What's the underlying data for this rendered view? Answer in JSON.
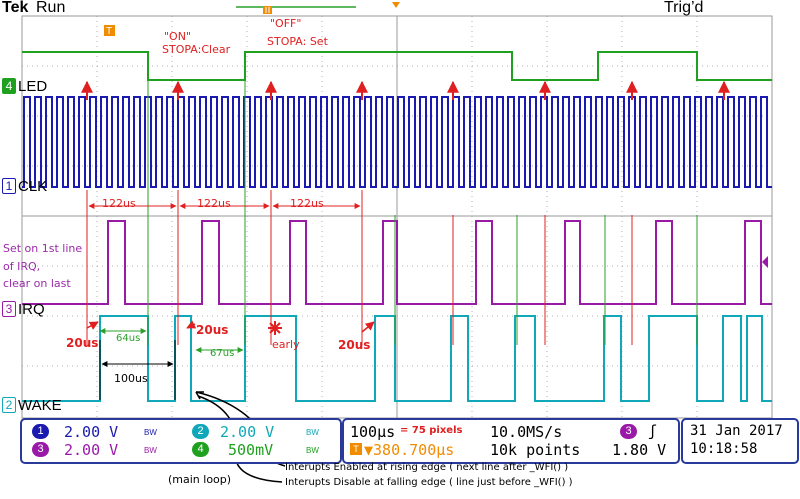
{
  "header": {
    "brand": "Tek",
    "run_state": "Run",
    "trigger_state": "Trig’d"
  },
  "channels": {
    "led": {
      "num": "4",
      "label": "LED"
    },
    "clk": {
      "num": "1",
      "label": "CLK"
    },
    "irq": {
      "num": "3",
      "label": "IRQ"
    },
    "wake": {
      "num": "2",
      "label": "WAKE"
    }
  },
  "annotations": {
    "on_line1": "\"ON\"",
    "on_line2": "STOPA:Clear",
    "off_line1": "\"OFF\"",
    "off_line2": "STOPA: Set",
    "interval_1": "122us",
    "interval_2": "122us",
    "interval_3": "122us",
    "irq_note_1": "Set on 1st line",
    "irq_note_2": "of IRQ,",
    "irq_note_3": "clear on last",
    "delay_1": "20us",
    "delay_2": "20us",
    "delay_3": "20us",
    "early": "early",
    "wake_1": "64us",
    "wake_2": "67us",
    "period": "100us",
    "main_loop": "(main loop)",
    "note_rising": "Interupts Enabled at rising edge ( next line after _WFI() )",
    "note_falling": "Interupts Disable at falling edge ( line just before _WFI() )"
  },
  "status_bar": {
    "ch1": {
      "num": "1",
      "value": "2.00 V",
      "bw": "BW"
    },
    "ch2": {
      "num": "2",
      "value": "2.00 V",
      "bw": "BW"
    },
    "ch3": {
      "num": "3",
      "value": "2.00 V",
      "bw": "BW"
    },
    "ch4": {
      "num": "4",
      "value": "500mV",
      "bw": "BW"
    },
    "timebase": "100µs",
    "timebase_note": "= 75 pixels",
    "sample_rate": "10.0MS/s",
    "trigger_pos": "▼380.700µs",
    "record_length": "10k points",
    "trig_channel": "3",
    "trig_slope": "ʃ",
    "trig_level": "1.80 V",
    "date": "31 Jan  2017",
    "time": "10:18:58"
  },
  "colors": {
    "led": "#1fa01f",
    "clk": "#1a1ab0",
    "irq": "#9a1aa8",
    "wake": "#10a8b8",
    "annotation_red": "#e02020",
    "annotation_green": "#2aa02a",
    "annotation_purple": "#9a2aa8",
    "trigger_marker": "#f08c00",
    "grid": "#b0b0b0"
  }
}
